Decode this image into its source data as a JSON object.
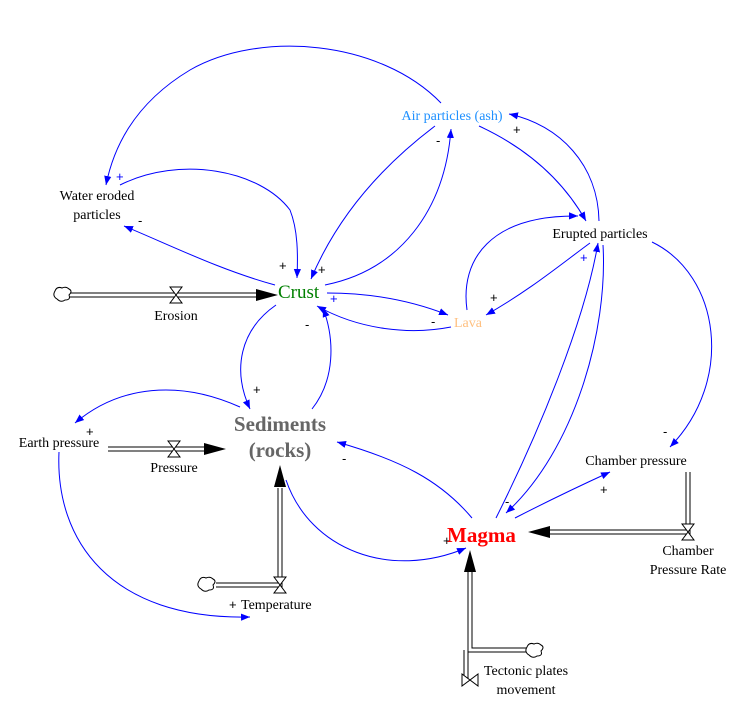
{
  "diagram": {
    "type": "stock-and-flow",
    "colors": {
      "link": "#0000ff",
      "crust": "#008000",
      "sediments": "#666666",
      "magma": "#ff0000",
      "air_particles": "#1e90ff",
      "lava": "#ffc080",
      "text": "#000000"
    },
    "stocks": {
      "crust": "Crust",
      "sediments_line1": "Sediments",
      "sediments_line2": "(rocks)",
      "magma": "Magma"
    },
    "flows": {
      "erosion": "Erosion",
      "pressure": "Pressure",
      "temperature": "Temperature",
      "chamber_rate_line1": "Chamber",
      "chamber_rate_line2": "Pressure Rate",
      "tectonic_line1": "Tectonic plates",
      "tectonic_line2": "movement"
    },
    "variables": {
      "water_line1": "Water eroded",
      "water_line2": "particles",
      "air_particles": "Air particles (ash)",
      "erupted_particles": "Erupted particles",
      "lava": "Lava",
      "earth_pressure": "Earth pressure",
      "chamber_pressure": "Chamber pressure"
    },
    "links": [
      {
        "from": "Air particles (ash)",
        "to": "Water eroded particles",
        "polarity": "+"
      },
      {
        "from": "Crust",
        "to": "Water eroded particles",
        "polarity": "-"
      },
      {
        "from": "Water eroded particles",
        "to": "Crust",
        "polarity": "+"
      },
      {
        "from": "Air particles (ash)",
        "to": "Crust",
        "polarity": "+"
      },
      {
        "from": "Crust",
        "to": "Air particles (ash)",
        "polarity": "-"
      },
      {
        "from": "Air particles (ash)",
        "to": "Erupted particles",
        "polarity": "+"
      },
      {
        "from": "Erupted particles",
        "to": "Air particles (ash)",
        "polarity": "+"
      },
      {
        "from": "Lava",
        "to": "Erupted particles",
        "polarity": ""
      },
      {
        "from": "Erupted particles",
        "to": "Lava",
        "polarity": "+"
      },
      {
        "from": "Crust",
        "to": "Lava",
        "polarity": "+"
      },
      {
        "from": "Lava",
        "to": "Crust",
        "polarity": "-"
      },
      {
        "from": "Crust",
        "to": "Sediments (rocks)",
        "polarity": "+"
      },
      {
        "from": "Sediments (rocks)",
        "to": "Crust",
        "polarity": "-"
      },
      {
        "from": "Sediments (rocks)",
        "to": "Earth pressure",
        "polarity": "+"
      },
      {
        "from": "Earth pressure",
        "to": "Temperature",
        "polarity": "+"
      },
      {
        "from": "Magma",
        "to": "Sediments (rocks)",
        "polarity": "-"
      },
      {
        "from": "Sediments (rocks)",
        "to": "Magma",
        "polarity": "+"
      },
      {
        "from": "Magma",
        "to": "Erupted particles",
        "polarity": "+"
      },
      {
        "from": "Erupted particles",
        "to": "Magma",
        "polarity": "-"
      },
      {
        "from": "Erupted particles",
        "to": "Chamber pressure",
        "polarity": "-"
      },
      {
        "from": "Magma",
        "to": "Chamber pressure",
        "polarity": "+"
      }
    ],
    "polarity_marks": {
      "p_plus": "+",
      "p_minus": "-"
    }
  }
}
